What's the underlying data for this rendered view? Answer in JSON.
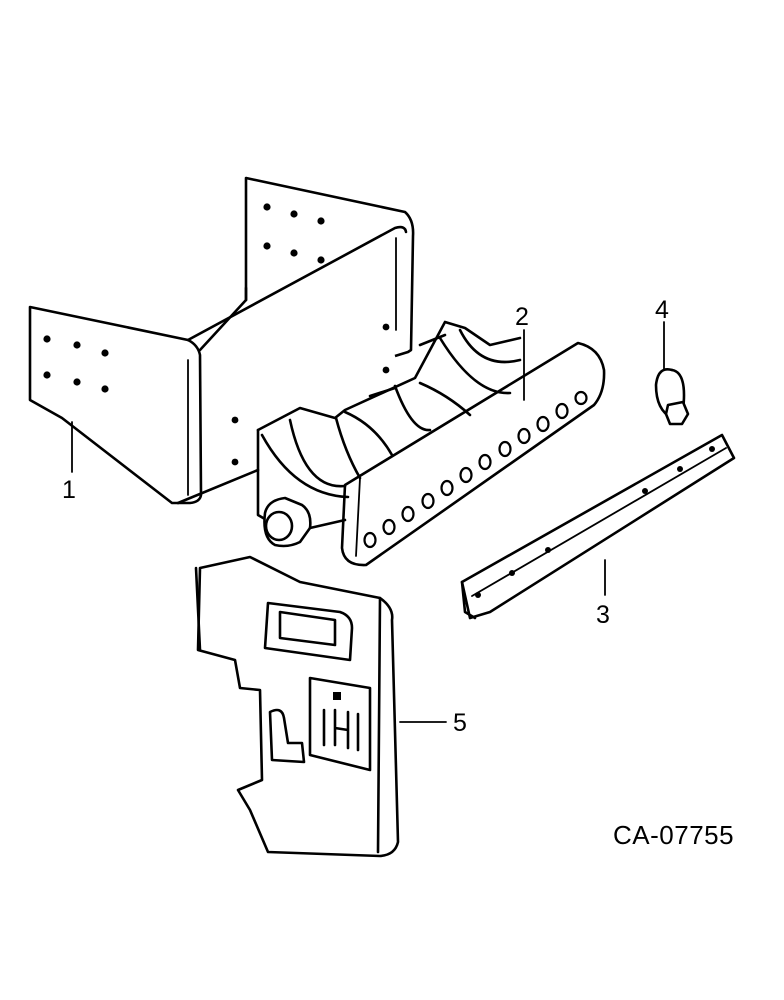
{
  "diagram": {
    "callouts": [
      {
        "id": "c1",
        "label": "1"
      },
      {
        "id": "c2",
        "label": "2"
      },
      {
        "id": "c3",
        "label": "3"
      },
      {
        "id": "c4",
        "label": "4"
      },
      {
        "id": "c5",
        "label": "5"
      }
    ],
    "drawing_code": "CA-07755",
    "logo_text": "IH"
  }
}
